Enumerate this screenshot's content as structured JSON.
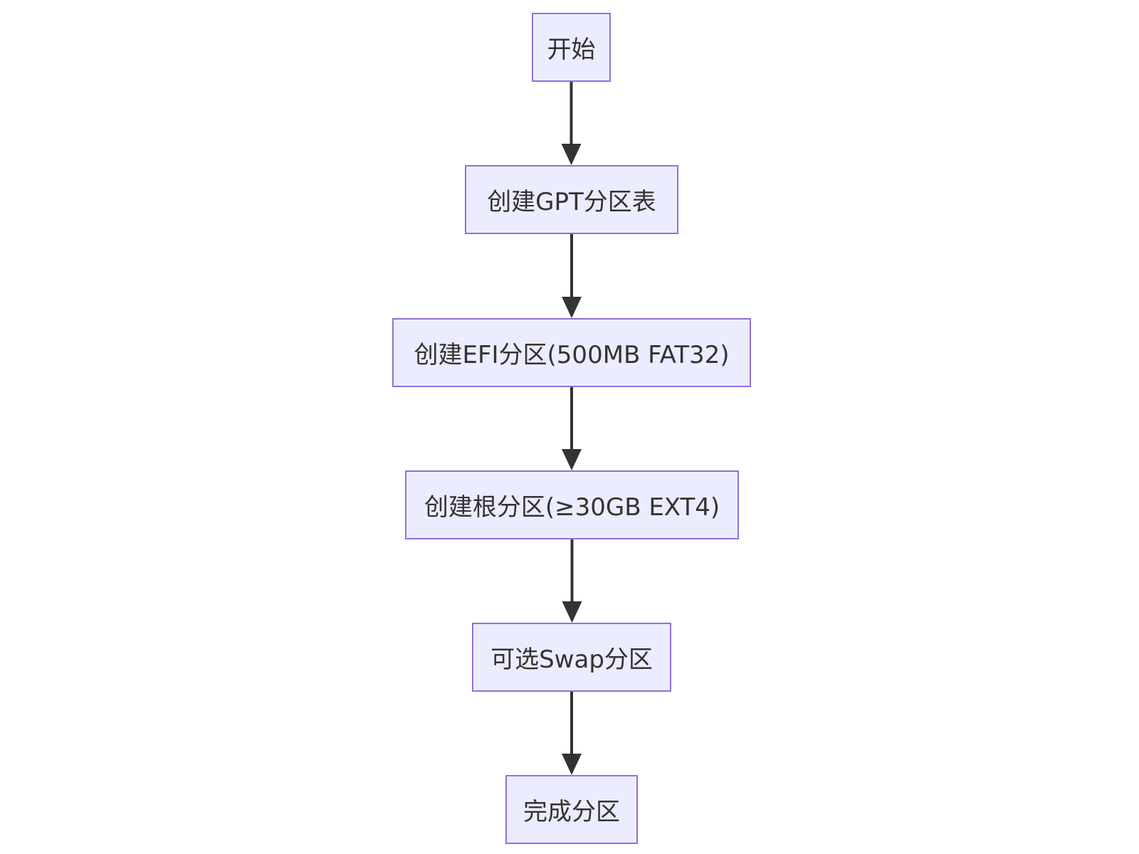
{
  "style": {
    "node_fill": "#ECECFF",
    "node_stroke": "#9370DB",
    "edge_color": "#333333",
    "text_color": "#333333",
    "background": "#FFFFFF"
  },
  "nodes": [
    {
      "id": "start",
      "label": "开始"
    },
    {
      "id": "gpt",
      "label": "创建GPT分区表"
    },
    {
      "id": "efi",
      "label": "创建EFI分区(500MB FAT32)"
    },
    {
      "id": "root",
      "label": "创建根分区(≥30GB EXT4)"
    },
    {
      "id": "swap",
      "label": "可选Swap分区"
    },
    {
      "id": "done",
      "label": "完成分区"
    }
  ],
  "edges": [
    {
      "from": "start",
      "to": "gpt"
    },
    {
      "from": "gpt",
      "to": "efi"
    },
    {
      "from": "efi",
      "to": "root"
    },
    {
      "from": "root",
      "to": "swap"
    },
    {
      "from": "swap",
      "to": "done"
    }
  ]
}
